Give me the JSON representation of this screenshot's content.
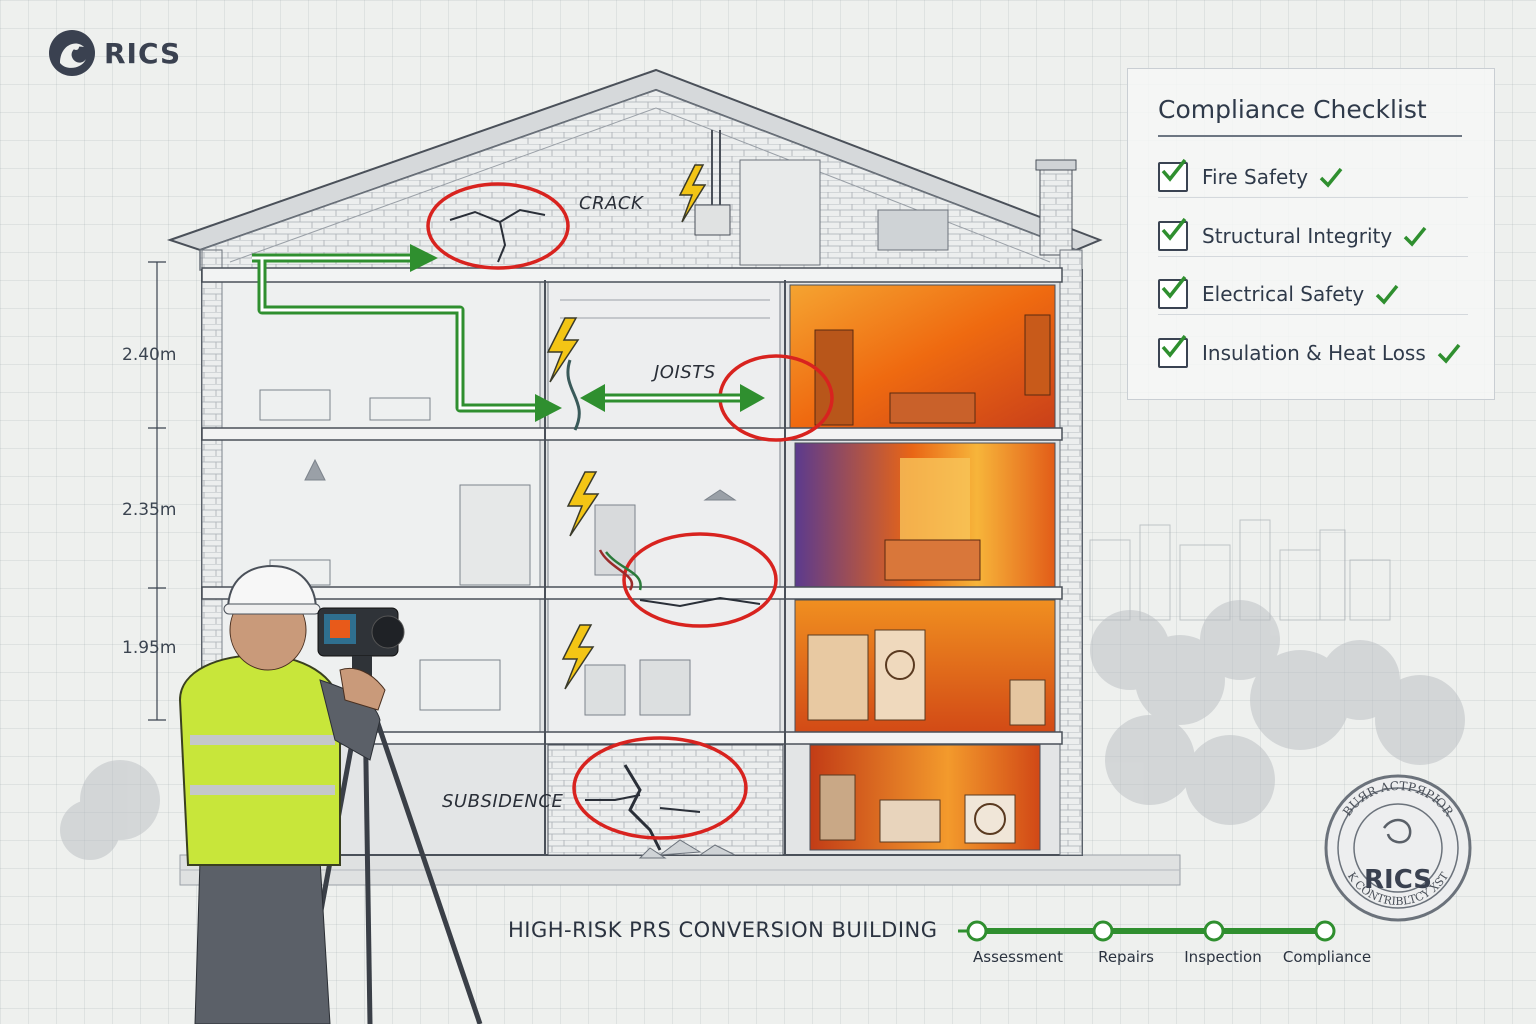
{
  "brand": {
    "name": "RICS"
  },
  "checklist": {
    "title": "Compliance Checklist",
    "items": [
      {
        "label": "Fire Safety",
        "checked": true
      },
      {
        "label": "Structural Integrity",
        "checked": true
      },
      {
        "label": "Electrical Safety",
        "checked": true
      },
      {
        "label": "Insulation & Heat Loss",
        "checked": true
      }
    ]
  },
  "dimensions": [
    "2.40m",
    "2.35m",
    "1.95m"
  ],
  "callouts": {
    "crack": "CRACK",
    "joists": "JOISTS",
    "subsidence": "SUBSIDENCE"
  },
  "building_title": "HIGH-RISK PRS CONVERSION BUILDING",
  "timeline": {
    "steps": [
      "Assessment",
      "Repairs",
      "Inspection",
      "Compliance"
    ]
  },
  "seal": {
    "center": "RICS",
    "arc_top": "ɃUЯR ACTPЯPЮR",
    "arc_bottom": "K CONTRIBLTCY XST"
  },
  "colors": {
    "accent_green": "#2f8f2f",
    "defect_red": "#d8231f",
    "electric_yellow": "#f3c515",
    "thermal_orange": "#f07a12",
    "thermal_purple": "#5b3a8e",
    "vest_yellow": "#c8e63a",
    "text_dark": "#2f3a4a"
  },
  "icons": [
    "rics-logo-icon",
    "checkbox-icon",
    "checkmark-icon",
    "lightning-icon",
    "thermal-camera-icon",
    "hard-hat-icon",
    "tripod-icon"
  ]
}
